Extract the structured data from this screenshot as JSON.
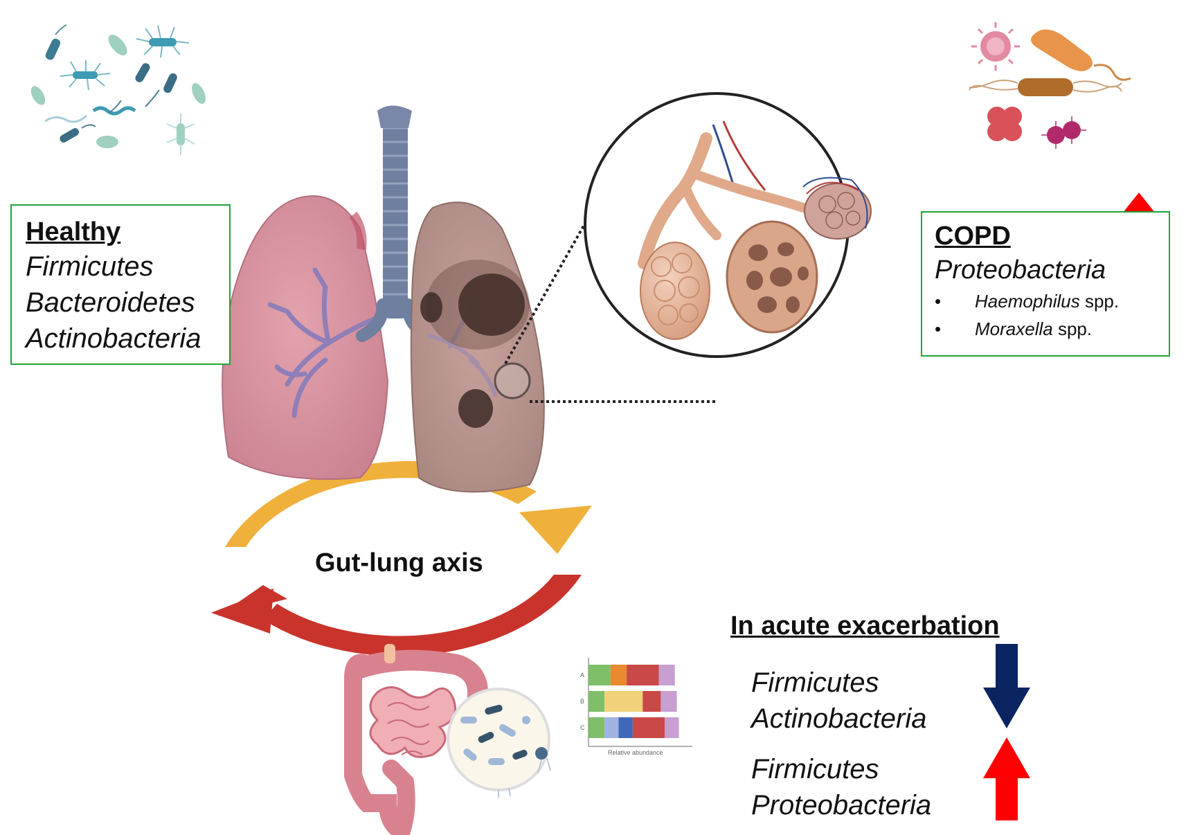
{
  "healthy": {
    "title": "Healthy",
    "phyla": [
      "Firmicutes",
      "Bacteroidetes",
      "Actinobacteria"
    ]
  },
  "copd": {
    "title": "COPD",
    "phylum": "Proteobacteria",
    "species": [
      {
        "genus": "Haemophilus",
        "suffix": " spp."
      },
      {
        "genus": "Moraxella",
        "suffix": " spp."
      }
    ],
    "trend": "increase"
  },
  "axis": {
    "label": "Gut-lung axis"
  },
  "acute": {
    "title": "In acute exacerbation",
    "groups": [
      {
        "phyla": [
          "Firmicutes",
          "Actinobacteria"
        ],
        "trend": "decrease"
      },
      {
        "phyla": [
          "Firmicutes",
          "Proteobacteria"
        ],
        "trend": "increase"
      }
    ]
  },
  "mini_chart": {
    "type": "bar",
    "categories": [
      "A",
      "B",
      "C"
    ],
    "xlabel": "Relative abundance",
    "colors": [
      "#7fbf6a",
      "#e98a2f",
      "#c94848",
      "#c79fd0",
      "#f0d27a",
      "#9fb3e0",
      "#3d69b8"
    ],
    "series": [
      {
        "values": [
          0.22,
          0.16,
          0.32,
          0.16
        ]
      },
      {
        "values": [
          0.16,
          0.38,
          0.18,
          0.16
        ]
      },
      {
        "values": [
          0.16,
          0.14,
          0.14,
          0.32,
          0.14
        ]
      }
    ]
  },
  "colors": {
    "box_border": "#21a33a",
    "arrow_up": "#ff0000",
    "arrow_down": "#0a2462",
    "cycle_top": "#f0b03c",
    "cycle_bottom": "#c8342c"
  },
  "icons": [
    "bacteria-cluster-icon",
    "pathogens-icon",
    "lungs-icon",
    "alveoli-icon",
    "intestine-icon",
    "microbe-magnifier-icon"
  ]
}
